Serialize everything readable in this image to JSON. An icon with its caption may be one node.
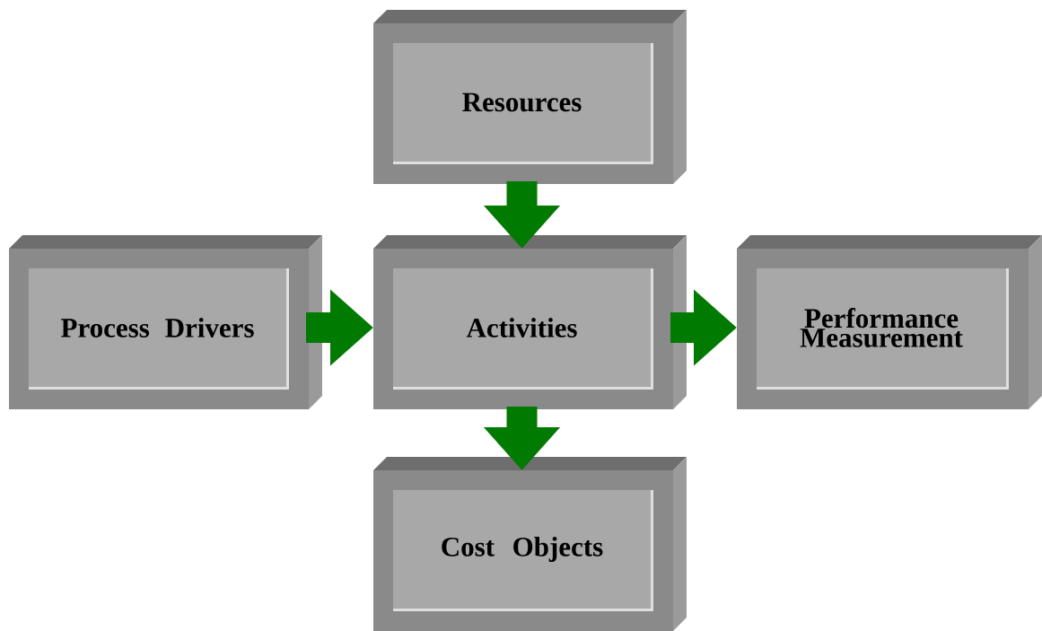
{
  "diagram": {
    "nodes": [
      {
        "text": [
          "Resources"
        ]
      },
      {
        "text": [
          "Process Drivers"
        ]
      },
      {
        "text": [
          "Activities"
        ]
      },
      {
        "text": [
          "Performance Measurement"
        ]
      },
      {
        "text": [
          "Cost Objects"
        ]
      }
    ],
    "edges": [
      {
        "from": 0,
        "to": 2,
        "arrow": "to"
      },
      {
        "from": 1,
        "to": 2,
        "arrow": "to"
      },
      {
        "from": 2,
        "to": 3,
        "arrow": "to"
      },
      {
        "from": 2,
        "to": 4,
        "arrow": "to"
      }
    ]
  }
}
